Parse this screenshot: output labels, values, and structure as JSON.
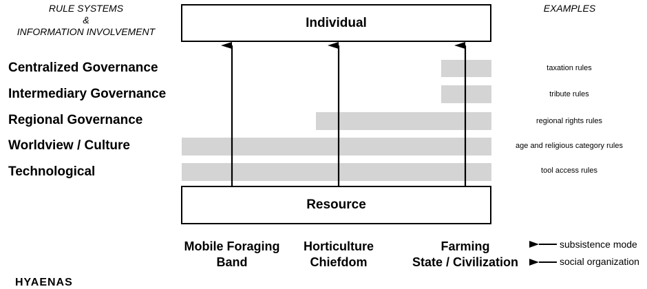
{
  "header": {
    "left_title_line1": "RULE SYSTEMS",
    "left_title_line2": "&",
    "left_title_line3": "INFORMATION INVOLVEMENT",
    "right_title": "EXAMPLES"
  },
  "boxes": {
    "top": "Individual",
    "bottom": "Resource"
  },
  "rows": [
    {
      "label": "Centralized Governance",
      "example": "taxation rules"
    },
    {
      "label": "Intermediary Governance",
      "example": "tribute rules"
    },
    {
      "label": "Regional Governance",
      "example": "regional rights rules"
    },
    {
      "label": "Worldview / Culture",
      "example": "age and religious category rules"
    },
    {
      "label": "Technological",
      "example": "tool access rules"
    }
  ],
  "columns": [
    {
      "line1": "Mobile Foraging",
      "line2": "Band"
    },
    {
      "line1": "Horticulture",
      "line2": "Chiefdom"
    },
    {
      "line1": "Farming",
      "line2": "State / Civilization"
    }
  ],
  "legend": {
    "subsistence": "subsistence mode",
    "social": "social organization"
  },
  "footer_clipped": "HYAENAS",
  "colors": {
    "bar": "#d4d4d4",
    "stroke": "#000000"
  }
}
